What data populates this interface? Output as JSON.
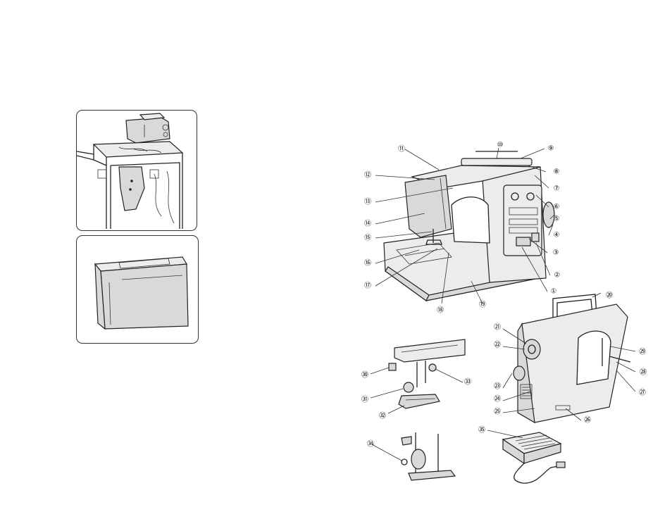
{
  "callouts": {
    "c1": "①",
    "c2": "②",
    "c3": "③",
    "c4": "④",
    "c5": "⑤",
    "c6": "⑥",
    "c7": "⑦",
    "c8": "⑧",
    "c9": "⑨",
    "c10": "⑩",
    "c11": "⑪",
    "c12": "⑫",
    "c13": "⑬",
    "c14": "⑭",
    "c15": "⑮",
    "c16": "⑯",
    "c17": "⑰",
    "c18": "⑱",
    "c19": "⑲",
    "c20": "⑳",
    "c21": "㉑",
    "c22": "㉒",
    "c23": "㉓",
    "c24": "㉔",
    "c25": "㉕",
    "c26": "㉖",
    "c27": "㉗",
    "c28": "㉘",
    "c29": "㉙",
    "c30": "㉚",
    "c31": "㉛",
    "c32": "㉜",
    "c33": "㉝",
    "c34": "㉞",
    "c35": "㉟"
  },
  "illustrations": [
    "machine-on-cabinet-illustration",
    "carrying-case-illustration",
    "machine-front-illustration",
    "machine-rear-illustration",
    "presser-foot-illustration",
    "needle-threader-illustration",
    "foot-controller-illustration"
  ]
}
